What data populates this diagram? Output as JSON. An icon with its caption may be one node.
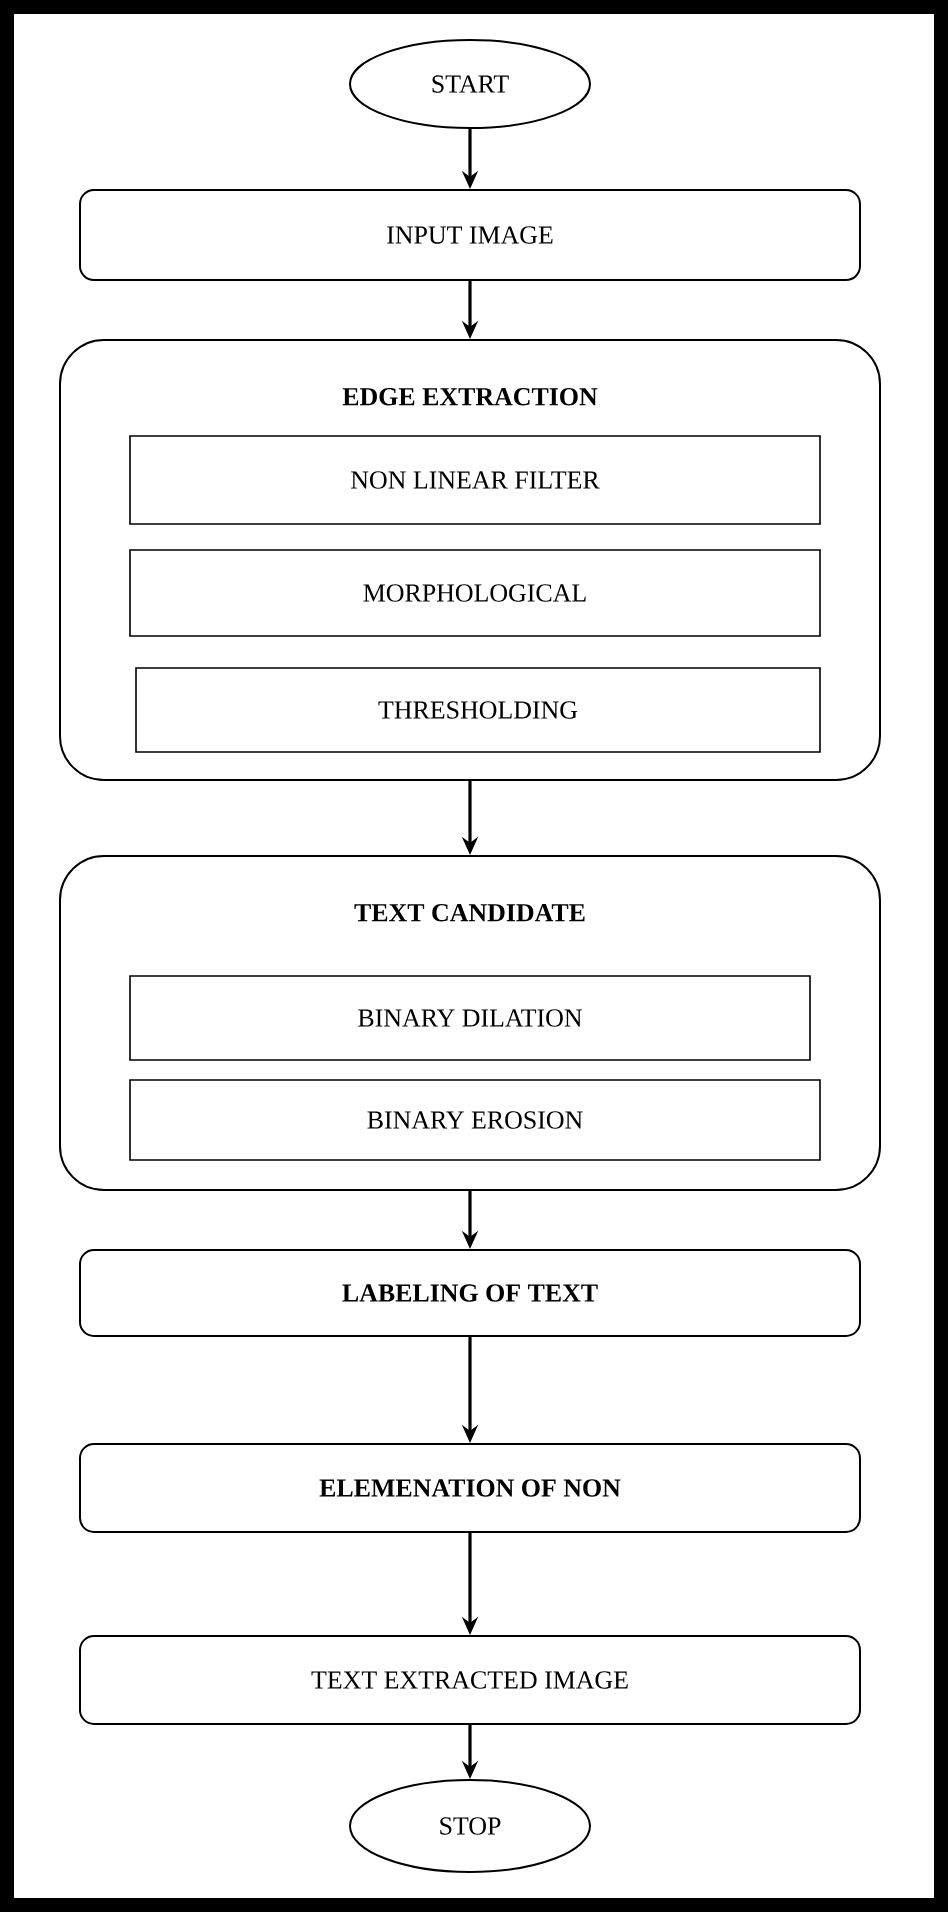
{
  "diagram": {
    "nodes": [
      {
        "text": [
          "START"
        ]
      },
      {
        "text": [
          "INPUT IMAGE"
        ]
      },
      {
        "text": [
          "EDGE EXTRACTION"
        ]
      },
      {
        "text": [
          "NON LINEAR FILTER"
        ],
        "in": 2
      },
      {
        "text": [
          "MORPHOLOGICAL"
        ],
        "in": 2
      },
      {
        "text": [
          "THRESHOLDING"
        ],
        "in": 2
      },
      {
        "text": [
          "TEXT CANDIDATE"
        ]
      },
      {
        "text": [
          "BINARY DILATION"
        ],
        "in": 6
      },
      {
        "text": [
          "BINARY EROSION"
        ],
        "in": 6
      },
      {
        "text": [
          "LABELING OF TEXT"
        ]
      },
      {
        "text": [
          "ELEMENATION OF NON"
        ]
      },
      {
        "text": [
          "TEXT EXTRACTED IMAGE"
        ]
      },
      {
        "text": [
          "STOP"
        ]
      }
    ],
    "edges": [
      {
        "from": 0,
        "to": 1,
        "arrow": "to"
      },
      {
        "from": 1,
        "to": 2,
        "arrow": "to"
      },
      {
        "from": 2,
        "to": 6,
        "arrow": "to"
      },
      {
        "from": 6,
        "to": 9,
        "arrow": "to"
      },
      {
        "from": 9,
        "to": 10,
        "arrow": "to"
      },
      {
        "from": 10,
        "to": 11,
        "arrow": "to"
      },
      {
        "from": 11,
        "to": 12,
        "arrow": "to"
      }
    ]
  }
}
